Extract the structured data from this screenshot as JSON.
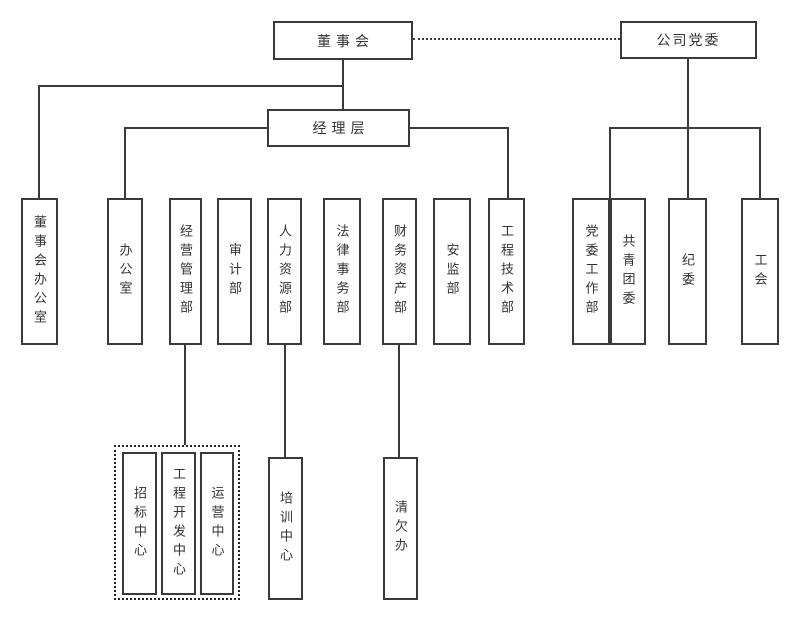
{
  "org_chart": {
    "board": {
      "label": "董事会"
    },
    "party_committee": {
      "label": "公司党委"
    },
    "management": {
      "label": "经理层"
    },
    "departments": [
      {
        "label": "董事会办公室"
      },
      {
        "label": "办公室"
      },
      {
        "label": "经营管理部"
      },
      {
        "label": "审计部"
      },
      {
        "label": "人力资源部"
      },
      {
        "label": "法律事务部"
      },
      {
        "label": "财务资产部"
      },
      {
        "label": "安监部"
      },
      {
        "label": "工程技术部"
      }
    ],
    "party_departments": [
      {
        "label": "党委工作部"
      },
      {
        "label": "共青团委"
      },
      {
        "label": "纪委"
      },
      {
        "label": "工会"
      }
    ],
    "centers_group": [
      {
        "label": "招标中心"
      },
      {
        "label": "工程开发中心"
      },
      {
        "label": "运营中心"
      }
    ],
    "sub_units": [
      {
        "label": "培训中心"
      },
      {
        "label": "清欠办"
      }
    ],
    "colors": {
      "line": "#3a3a3a",
      "text": "#333333",
      "background": "#ffffff"
    }
  }
}
